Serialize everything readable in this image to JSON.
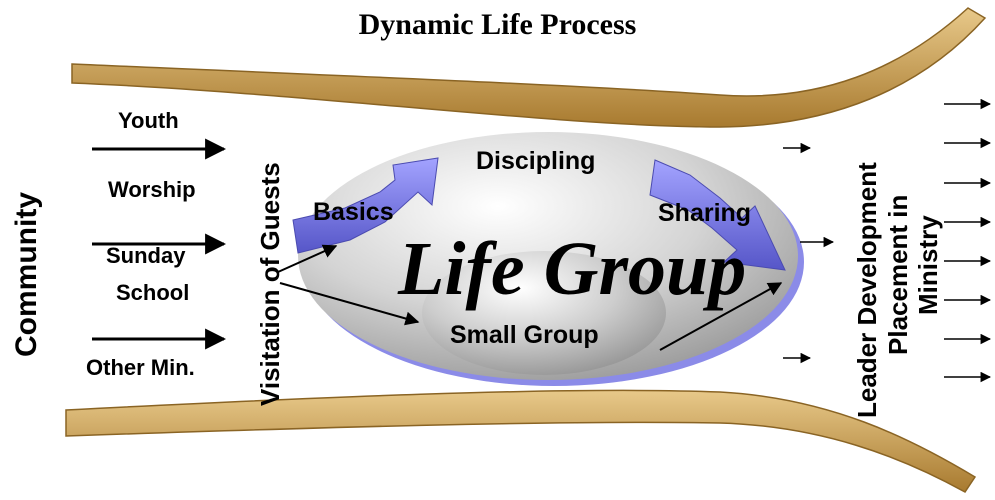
{
  "title": "Dynamic Life Process",
  "left_label": "Community",
  "inputs": [
    "Youth",
    "Worship",
    "Sunday",
    "School",
    "Other Min."
  ],
  "visitation": "Visitation of Guests",
  "stages": {
    "basics": "Basics",
    "discipling": "Discipling",
    "sharing": "Sharing"
  },
  "center": {
    "outer": "Life Group",
    "inner": "Small Group"
  },
  "outputs": {
    "line1": "Leader Development",
    "line2": "Placement in",
    "line3": "Ministry"
  },
  "colors": {
    "bar": "#c79a4b",
    "stage_arrow": "#7f7fe0",
    "ellipse_edge": "#9b9be6"
  }
}
